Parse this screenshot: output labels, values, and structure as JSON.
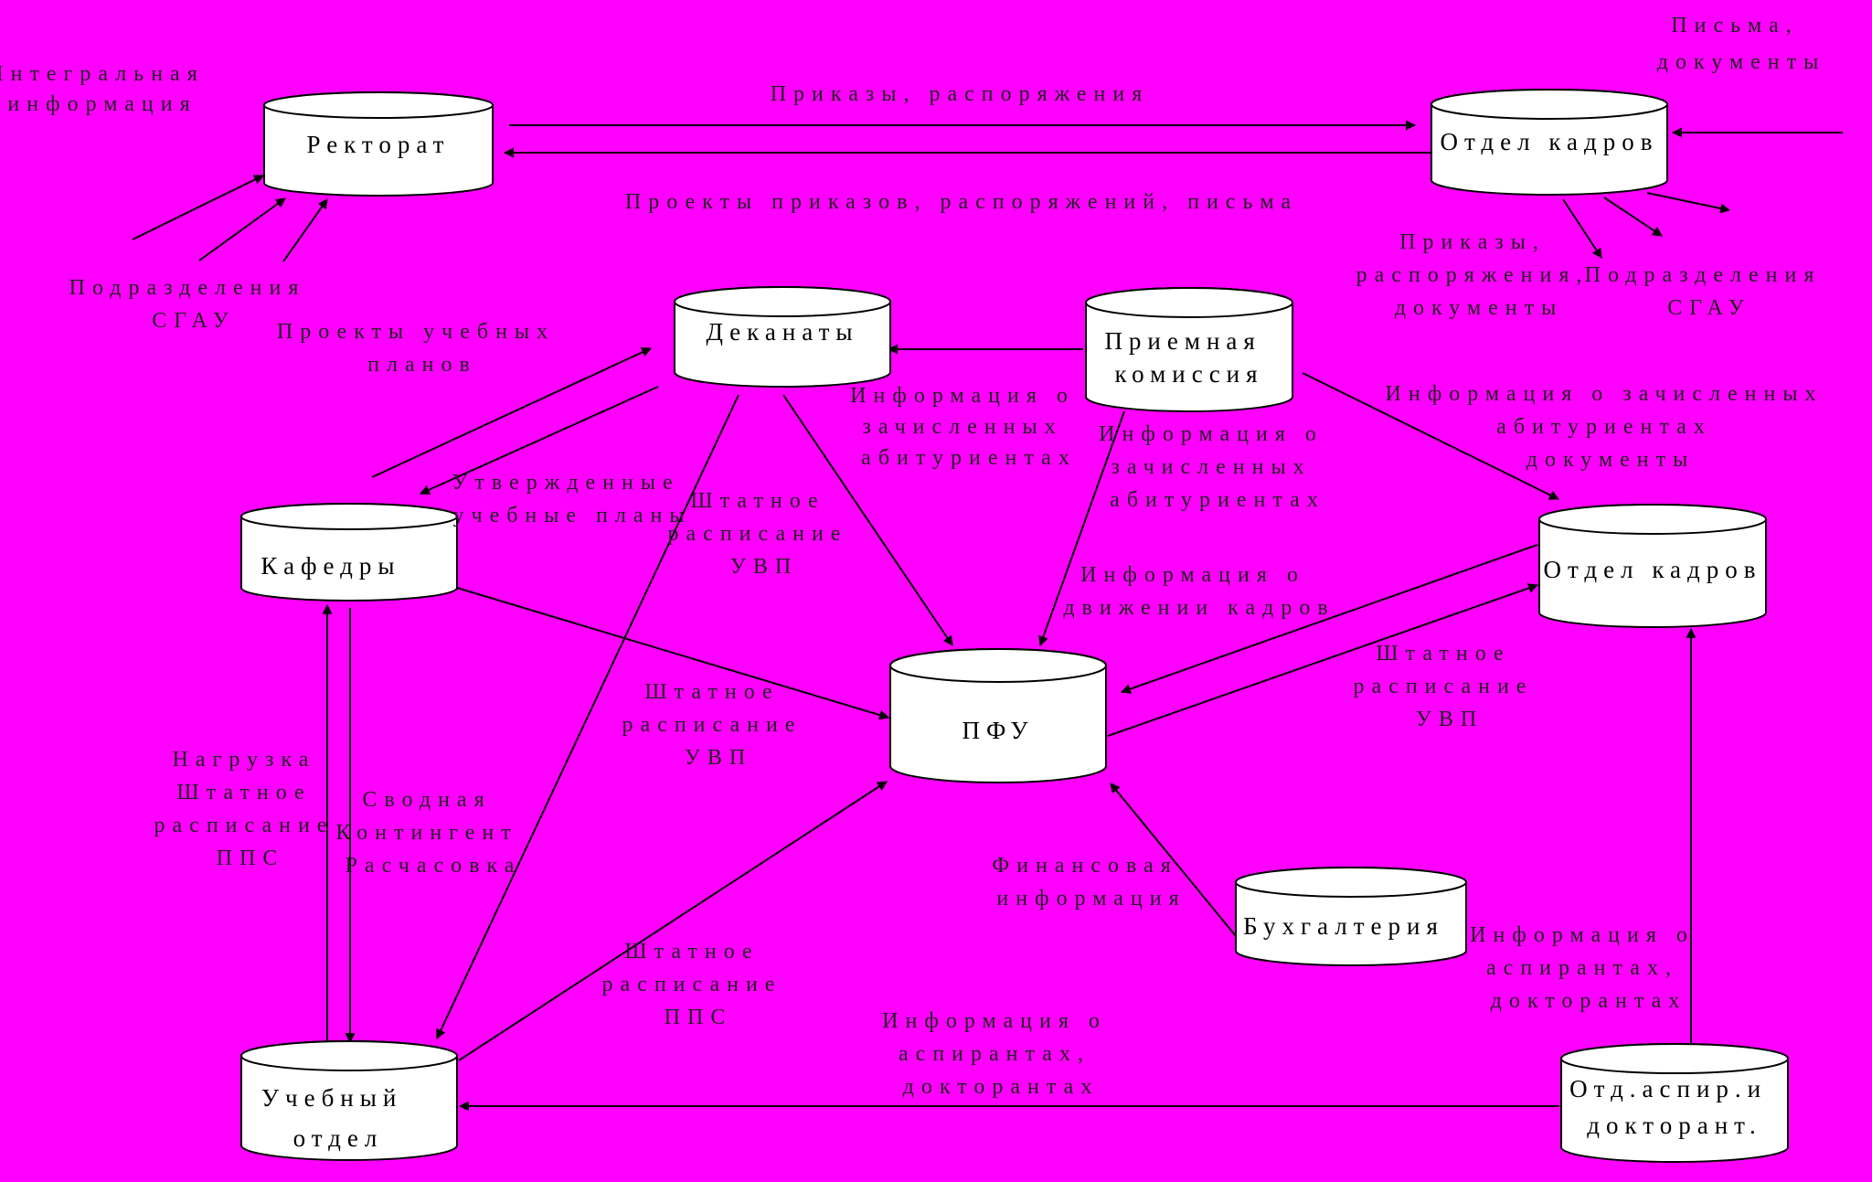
{
  "colors": {
    "background": "#ff00ff",
    "node_fill": "#ffffff",
    "line": "#000000"
  },
  "nodes": {
    "rektorat": {
      "lines": [
        "Ректорат"
      ]
    },
    "otdel_kadrov_top": {
      "lines": [
        "Отдел кадров"
      ]
    },
    "dekanaty": {
      "lines": [
        "Деканаты"
      ]
    },
    "priemnaya": {
      "lines": [
        "Приемная",
        "комиссия"
      ]
    },
    "kafedry": {
      "lines": [
        "Кафедры"
      ]
    },
    "otdel_kadrov_right": {
      "lines": [
        "Отдел кадров"
      ]
    },
    "pfu": {
      "lines": [
        "ПФУ"
      ]
    },
    "buhgalteriya": {
      "lines": [
        "Бухгалтерия"
      ]
    },
    "uchebny_otdel": {
      "lines": [
        "Учебный",
        "отдел"
      ]
    },
    "otd_aspir": {
      "lines": [
        "Отд.аспир.и",
        "докторант."
      ]
    }
  },
  "edge_labels": {
    "integr_info": [
      "Интегральная",
      "информация"
    ],
    "prikazy_rasporyazheniya": [
      "Приказы, распоряжения"
    ],
    "proekty_prikazov": [
      "Проекты приказов, распоряжений, письма"
    ],
    "pisma_dokumenty": [
      "Письма,",
      "документы"
    ],
    "podrazdeleniya_left": [
      "Подразделения",
      "СГАУ"
    ],
    "prikazy_rasp_dok": [
      "Приказы,",
      "распоряжения,",
      "документы"
    ],
    "podrazdeleniya_right": [
      "Подразделения",
      "СГАУ"
    ],
    "proekty_uchebnyh": [
      "Проекты учебных",
      "планов"
    ],
    "info_zachislennyh_1": [
      "Информация о",
      "зачисленных",
      "абитуриентах"
    ],
    "info_zachislennyh_2": [
      "Информация о",
      "зачисленных",
      "абитуриентах"
    ],
    "info_zachislennyh_3": [
      "Информация о зачисленных",
      "абитуриентах",
      "документы"
    ],
    "utverzhdennye_plany": [
      "Утвержденные",
      "учебные планы"
    ],
    "shtatnoe_uvp_1": [
      "Штатное",
      "расписание",
      "УВП"
    ],
    "info_dvizhenii": [
      "Информация о",
      "движении кадров"
    ],
    "shtatnoe_uvp_2": [
      "Штатное",
      "расписание",
      "УВП"
    ],
    "shtatnoe_uvp_3": [
      "Штатное",
      "расписание",
      "УВП"
    ],
    "nagruzka_pps": [
      "Нагрузка",
      "Штатное",
      "расписание",
      "ППС"
    ],
    "svodnye": [
      "Сводная",
      "Контингент",
      "Расчасовка"
    ],
    "fin_info": [
      "Финансовая",
      "информация"
    ],
    "shtatnoe_pps": [
      "Штатное",
      "расписание",
      "ППС"
    ],
    "info_aspirantah_1": [
      "Информация о",
      "аспирантах,",
      "докторантах"
    ],
    "info_aspirantah_2": [
      "Информация о",
      "аспирантах,",
      "докторантах"
    ]
  }
}
